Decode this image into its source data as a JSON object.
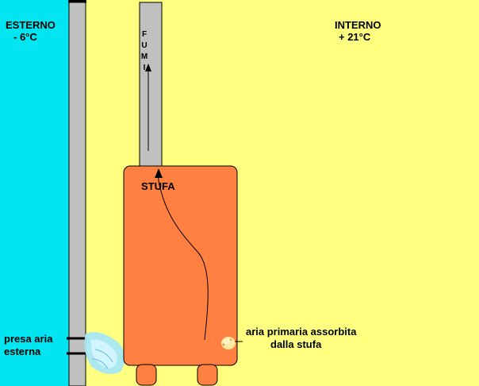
{
  "outside": {
    "title": "ESTERNO",
    "temperature": "- 6°C",
    "color": "#00e5f0"
  },
  "inside": {
    "title": "INTERNO",
    "temperature": "+ 21°C",
    "color": "#ffff80"
  },
  "flue": {
    "label": "FUMI",
    "color": "#c0c0c0"
  },
  "stove": {
    "label": "STUFA",
    "color": "#ff8040"
  },
  "external_air_intake": {
    "line1": "presa aria",
    "line2": "esterna"
  },
  "primary_air": {
    "line1": "aria primaria assorbita",
    "line2": "dalla stufa"
  }
}
